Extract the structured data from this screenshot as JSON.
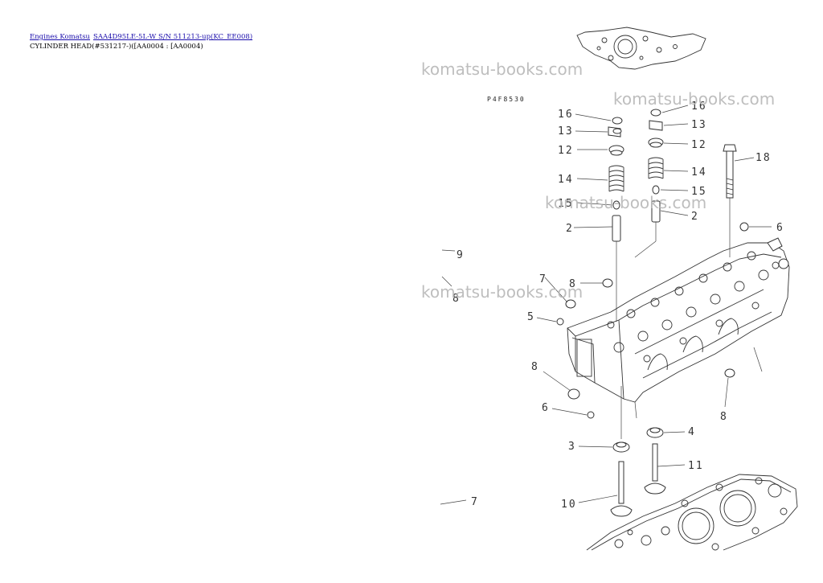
{
  "breadcrumb": {
    "link1": "Engines Komatsu",
    "link2": "SAA4D95LE-5L-W S/N 511213-up(KC_EE008)",
    "title": "CYLINDER HEAD(#531217-)([AA0004 : [AA0004)"
  },
  "diagram": {
    "code": "P4F8530",
    "watermarks": [
      "komatsu-books.com",
      "komatsu-books.com",
      "komatsu-books.com",
      "komatsu-books.com"
    ],
    "callouts": [
      "16",
      "13",
      "12",
      "14",
      "15",
      "2",
      "16",
      "13",
      "12",
      "14",
      "15",
      "2",
      "18",
      "6",
      "9",
      "8",
      "7",
      "8",
      "5",
      "8",
      "6",
      "8",
      "3",
      "4",
      "11",
      "10",
      "7"
    ]
  }
}
